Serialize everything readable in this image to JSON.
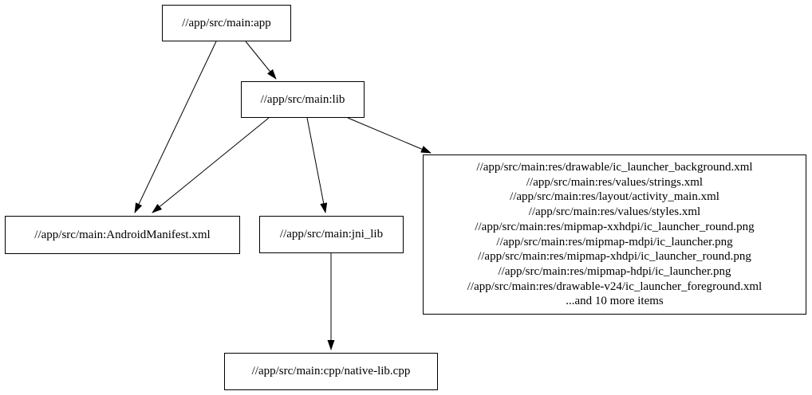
{
  "diagram": {
    "type": "dependency-graph",
    "background_color": "#ffffff",
    "node_border_color": "#000000",
    "edge_color": "#000000",
    "text_color": "#000000",
    "nodes": {
      "app": {
        "label": "//app/src/main:app"
      },
      "lib": {
        "label": "//app/src/main:lib"
      },
      "manifest": {
        "label": "//app/src/main:AndroidManifest.xml"
      },
      "jni_lib": {
        "label": "//app/src/main:jni_lib"
      },
      "resources": {
        "lines": [
          "//app/src/main:res/drawable/ic_launcher_background.xml",
          "//app/src/main:res/values/strings.xml",
          "//app/src/main:res/layout/activity_main.xml",
          "//app/src/main:res/values/styles.xml",
          "//app/src/main:res/mipmap-xxhdpi/ic_launcher_round.png",
          "//app/src/main:res/mipmap-mdpi/ic_launcher.png",
          "//app/src/main:res/mipmap-xhdpi/ic_launcher_round.png",
          "//app/src/main:res/mipmap-hdpi/ic_launcher.png",
          "//app/src/main:res/drawable-v24/ic_launcher_foreground.xml",
          "...and 10 more items"
        ]
      },
      "native_lib": {
        "label": "//app/src/main:cpp/native-lib.cpp"
      }
    },
    "edges": [
      {
        "from": "app",
        "to": "manifest"
      },
      {
        "from": "app",
        "to": "lib"
      },
      {
        "from": "lib",
        "to": "manifest"
      },
      {
        "from": "lib",
        "to": "jni_lib"
      },
      {
        "from": "lib",
        "to": "resources"
      },
      {
        "from": "jni_lib",
        "to": "native_lib"
      }
    ]
  }
}
